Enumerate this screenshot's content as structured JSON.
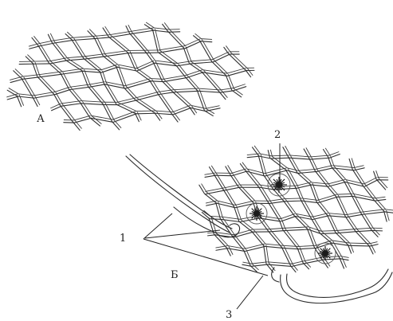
{
  "panel_a": {
    "label": "А"
  },
  "panel_b": {
    "label": "Б"
  },
  "callouts": [
    {
      "id": "1",
      "text": "1"
    },
    {
      "id": "2",
      "text": "2"
    },
    {
      "id": "3",
      "text": "3"
    }
  ]
}
